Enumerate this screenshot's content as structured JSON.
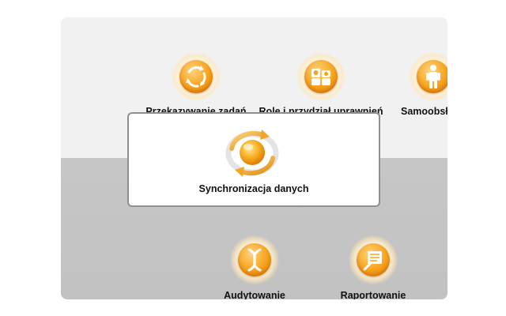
{
  "items": {
    "tasks": {
      "label": "Przekazywanie zadań",
      "icon": "cycle-arrows-icon"
    },
    "roles": {
      "label": "Role i przydział uprawnień",
      "icon": "two-people-icon"
    },
    "self_service": {
      "label": "Samoobsługa",
      "icon": "person-icon"
    },
    "sync": {
      "label": "Synchronizacja danych",
      "icon": "sync-sphere-icon"
    },
    "audit": {
      "label": "Audytowanie",
      "icon": "dna-helix-icon"
    },
    "report": {
      "label": "Raportowanie",
      "icon": "report-document-icon"
    }
  },
  "colors": {
    "accent": "#f7a21c",
    "accent_dark": "#e07d05",
    "panel_top": "#f1f1f1",
    "panel_bottom": "#c4c4c4"
  }
}
